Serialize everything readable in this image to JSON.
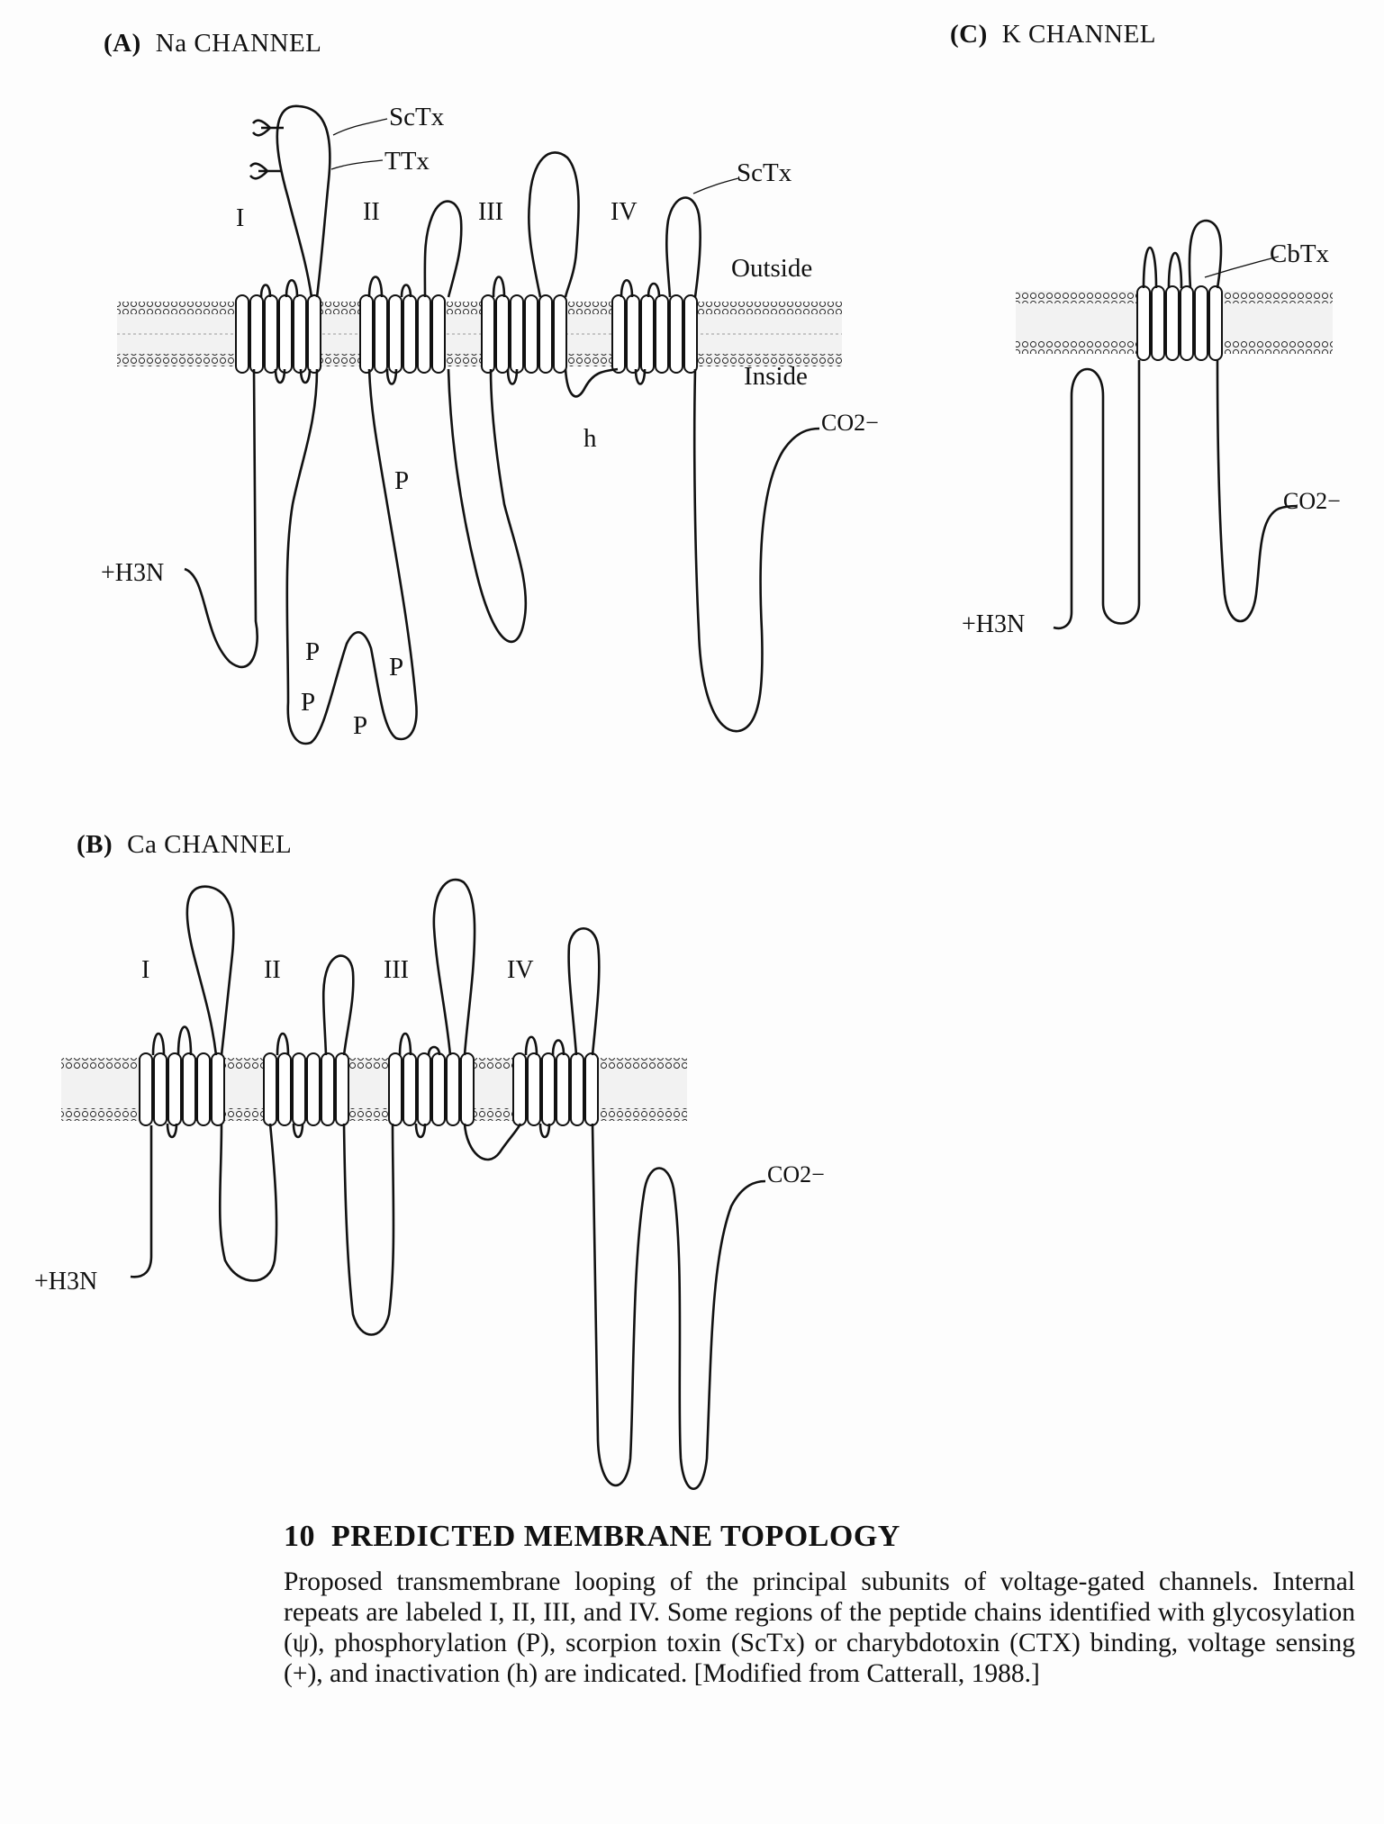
{
  "panels": {
    "a": {
      "letter": "(A)",
      "name": "Na CHANNEL"
    },
    "b": {
      "letter": "(B)",
      "name": "Ca CHANNEL"
    },
    "c": {
      "letter": "(C)",
      "name": "K CHANNEL"
    }
  },
  "repeats": [
    "I",
    "II",
    "III",
    "IV"
  ],
  "labels": {
    "sctx": "ScTx",
    "ttx": "TTx",
    "cbtx": "CbTx",
    "outside": "Outside",
    "inside": "Inside",
    "h": "h",
    "p": "P",
    "nterm": "+H3N",
    "cterm": "CO2−"
  },
  "caption": {
    "number": "10",
    "title": "PREDICTED MEMBRANE TOPOLOGY",
    "text": "Proposed transmembrane looping of the principal subunits of voltage-gated channels. Internal repeats are labeled I, II, III, and IV. Some regions of the peptide chains identified with glycosylation (ψ), phosphorylation (P), scorpion toxin (ScTx) or charybdotoxin (CTX) binding, voltage sensing (+), and inactivation (h) are indicated. [Modified from Catterall, 1988.]"
  },
  "colors": {
    "ink": "#111111",
    "paper": "#fdfdfd"
  }
}
